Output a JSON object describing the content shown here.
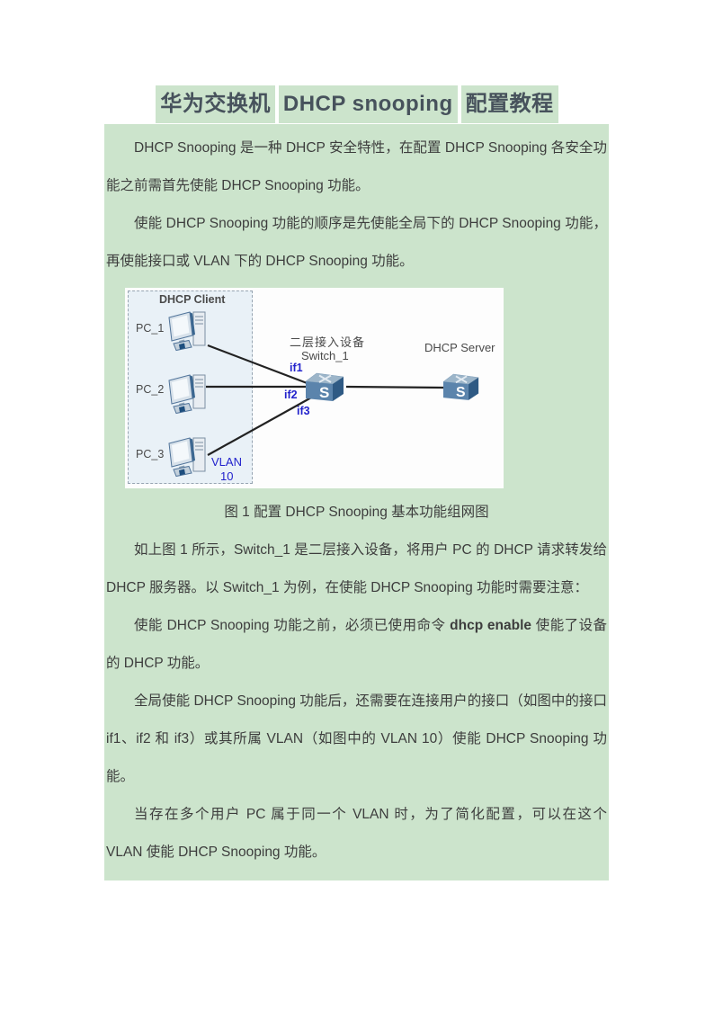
{
  "page": {
    "title_parts": [
      "华为交换机",
      "DHCP snooping",
      "配置教程"
    ],
    "paragraphs": {
      "p1": "DHCP Snooping 是一种 DHCP 安全特性，在配置 DHCP Snooping 各安全功能之前需首先使能 DHCP Snooping 功能。",
      "p2": "使能 DHCP Snooping 功能的顺序是先使能全局下的 DHCP Snooping 功能，再使能接口或 VLAN 下的 DHCP Snooping 功能。",
      "caption": "图 1 配置 DHCP Snooping 基本功能组网图",
      "p3": "如上图 1 所示，Switch_1 是二层接入设备，将用户 PC 的 DHCP 请求转发给 DHCP 服务器。以 Switch_1 为例，在使能 DHCP Snooping 功能时需要注意：",
      "p4_before": "使能 DHCP Snooping 功能之前，必须已使用命令 ",
      "p4_bold": "dhcp enable",
      "p4_after": " 使能了设备的 DHCP 功能。",
      "p5": "全局使能 DHCP Snooping 功能后，还需要在连接用户的接口（如图中的接口 if1、if2 和 if3）或其所属 VLAN（如图中的 VLAN 10）使能 DHCP Snooping 功能。",
      "p6": "当存在多个用户 PC 属于同一个 VLAN 时，为了简化配置，可以在这个 VLAN 使能 DHCP Snooping 功能。"
    },
    "diagram": {
      "client_group_label": "DHCP Client",
      "pc_labels": [
        "PC_1",
        "PC_2",
        "PC_3"
      ],
      "switch_role_label": "二层接入设备",
      "switch_name": "Switch_1",
      "interface_labels": [
        "if1",
        "if2",
        "if3"
      ],
      "server_label": "DHCP  Server",
      "vlan_line1": "VLAN",
      "vlan_line2": "10",
      "device_letter": "S"
    },
    "colors": {
      "highlight_green": "#cce4cc",
      "diagram_blue": "#2222cc",
      "body_text": "#3d3d3d",
      "title_text": "#47525c",
      "switch_front": "#5b84ac",
      "switch_top": "#9cb5c9",
      "switch_side": "#2f5a84"
    }
  }
}
